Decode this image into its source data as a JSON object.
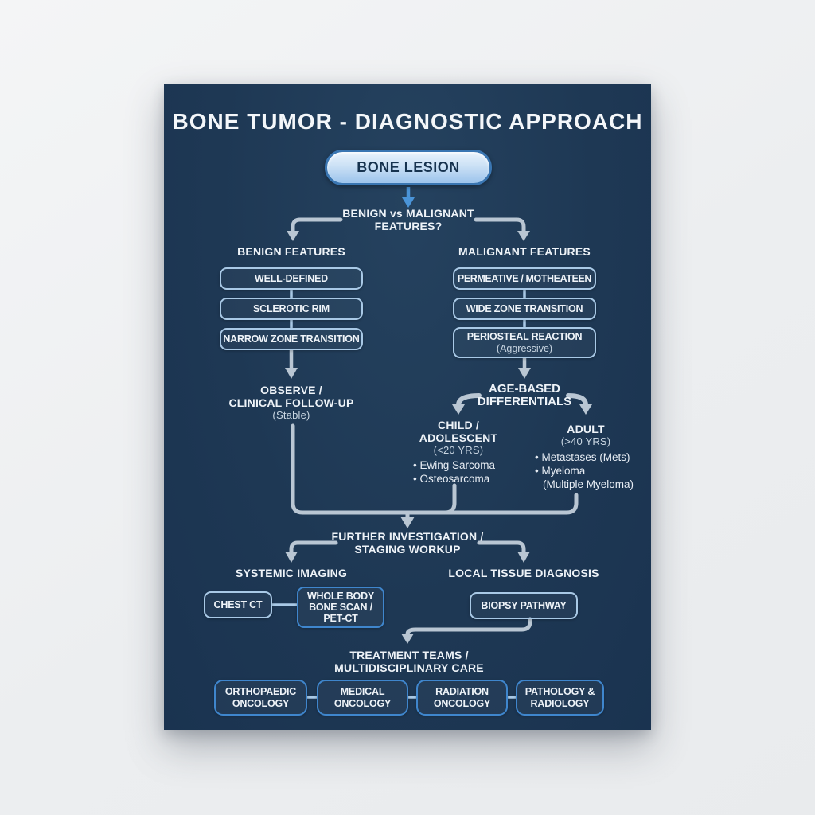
{
  "poster": {
    "title": "BONE TUMOR - DIAGNOSTIC APPROACH"
  },
  "root": {
    "label": "BONE LESION"
  },
  "question": {
    "line1": "BENIGN vs MALIGNANT",
    "line2": "FEATURES?"
  },
  "benign": {
    "header": "BENIGN FEATURES",
    "boxes": [
      "WELL-DEFINED",
      "SCLEROTIC RIM",
      "NARROW ZONE TRANSITION"
    ],
    "outcome_line1": "OBSERVE /",
    "outcome_line2": "CLINICAL FOLLOW-UP",
    "outcome_note": "(Stable)"
  },
  "malignant": {
    "header": "MALIGNANT FEATURES",
    "boxes": [
      "PERMEATIVE / MOTHEATEEN",
      "WIDE ZONE TRANSITION",
      "PERIOSTEAL REACTION"
    ],
    "box3_note": "(Aggressive)",
    "age_line1": "AGE-BASED",
    "age_line2": "DIFFERENTIALS"
  },
  "child": {
    "line1": "CHILD /",
    "line2": "ADOLESCENT",
    "note": "(<20 YRS)",
    "bullets": [
      "• Ewing Sarcoma",
      "• Osteosarcoma"
    ]
  },
  "adult": {
    "line1": "ADULT",
    "note": "(>40 YRS)",
    "bullets": [
      "• Metastases (Mets)",
      "• Myeloma",
      "(Multiple Myeloma)"
    ]
  },
  "staging": {
    "line1": "FURTHER INVESTIGATION /",
    "line2": "STAGING WORKUP"
  },
  "systemic": {
    "header": "SYSTEMIC IMAGING",
    "box1": "CHEST CT",
    "box2_line1": "WHOLE BODY",
    "box2_line2": "BONE SCAN /",
    "box2_line3": "PET-CT"
  },
  "local": {
    "header": "LOCAL TISSUE DIAGNOSIS",
    "box": "BIOPSY PATHWAY"
  },
  "treatment": {
    "line1": "TREATMENT TEAMS /",
    "line2": "MULTIDISCIPLINARY CARE",
    "teams": [
      {
        "line1": "ORTHOPAEDIC",
        "line2": "ONCOLOGY"
      },
      {
        "line1": "MEDICAL",
        "line2": "ONCOLOGY"
      },
      {
        "line1": "RADIATION",
        "line2": "ONCOLOGY"
      },
      {
        "line1": "PATHOLOGY &",
        "line2": "RADIOLOGY"
      }
    ]
  },
  "colors": {
    "page_bg": "#eceef0",
    "poster_bg": "#1e3854",
    "box_border_light": "#a9c9e6",
    "box_border_bright": "#3f86cd",
    "arrow_light": "#b9c6d3",
    "arrow_blue": "#4a94d8",
    "pill_border": "#3a76b2",
    "pill_fill_top": "#e8f2fc",
    "pill_fill_bottom": "#9cc4ec",
    "text": "#eef3f8"
  }
}
